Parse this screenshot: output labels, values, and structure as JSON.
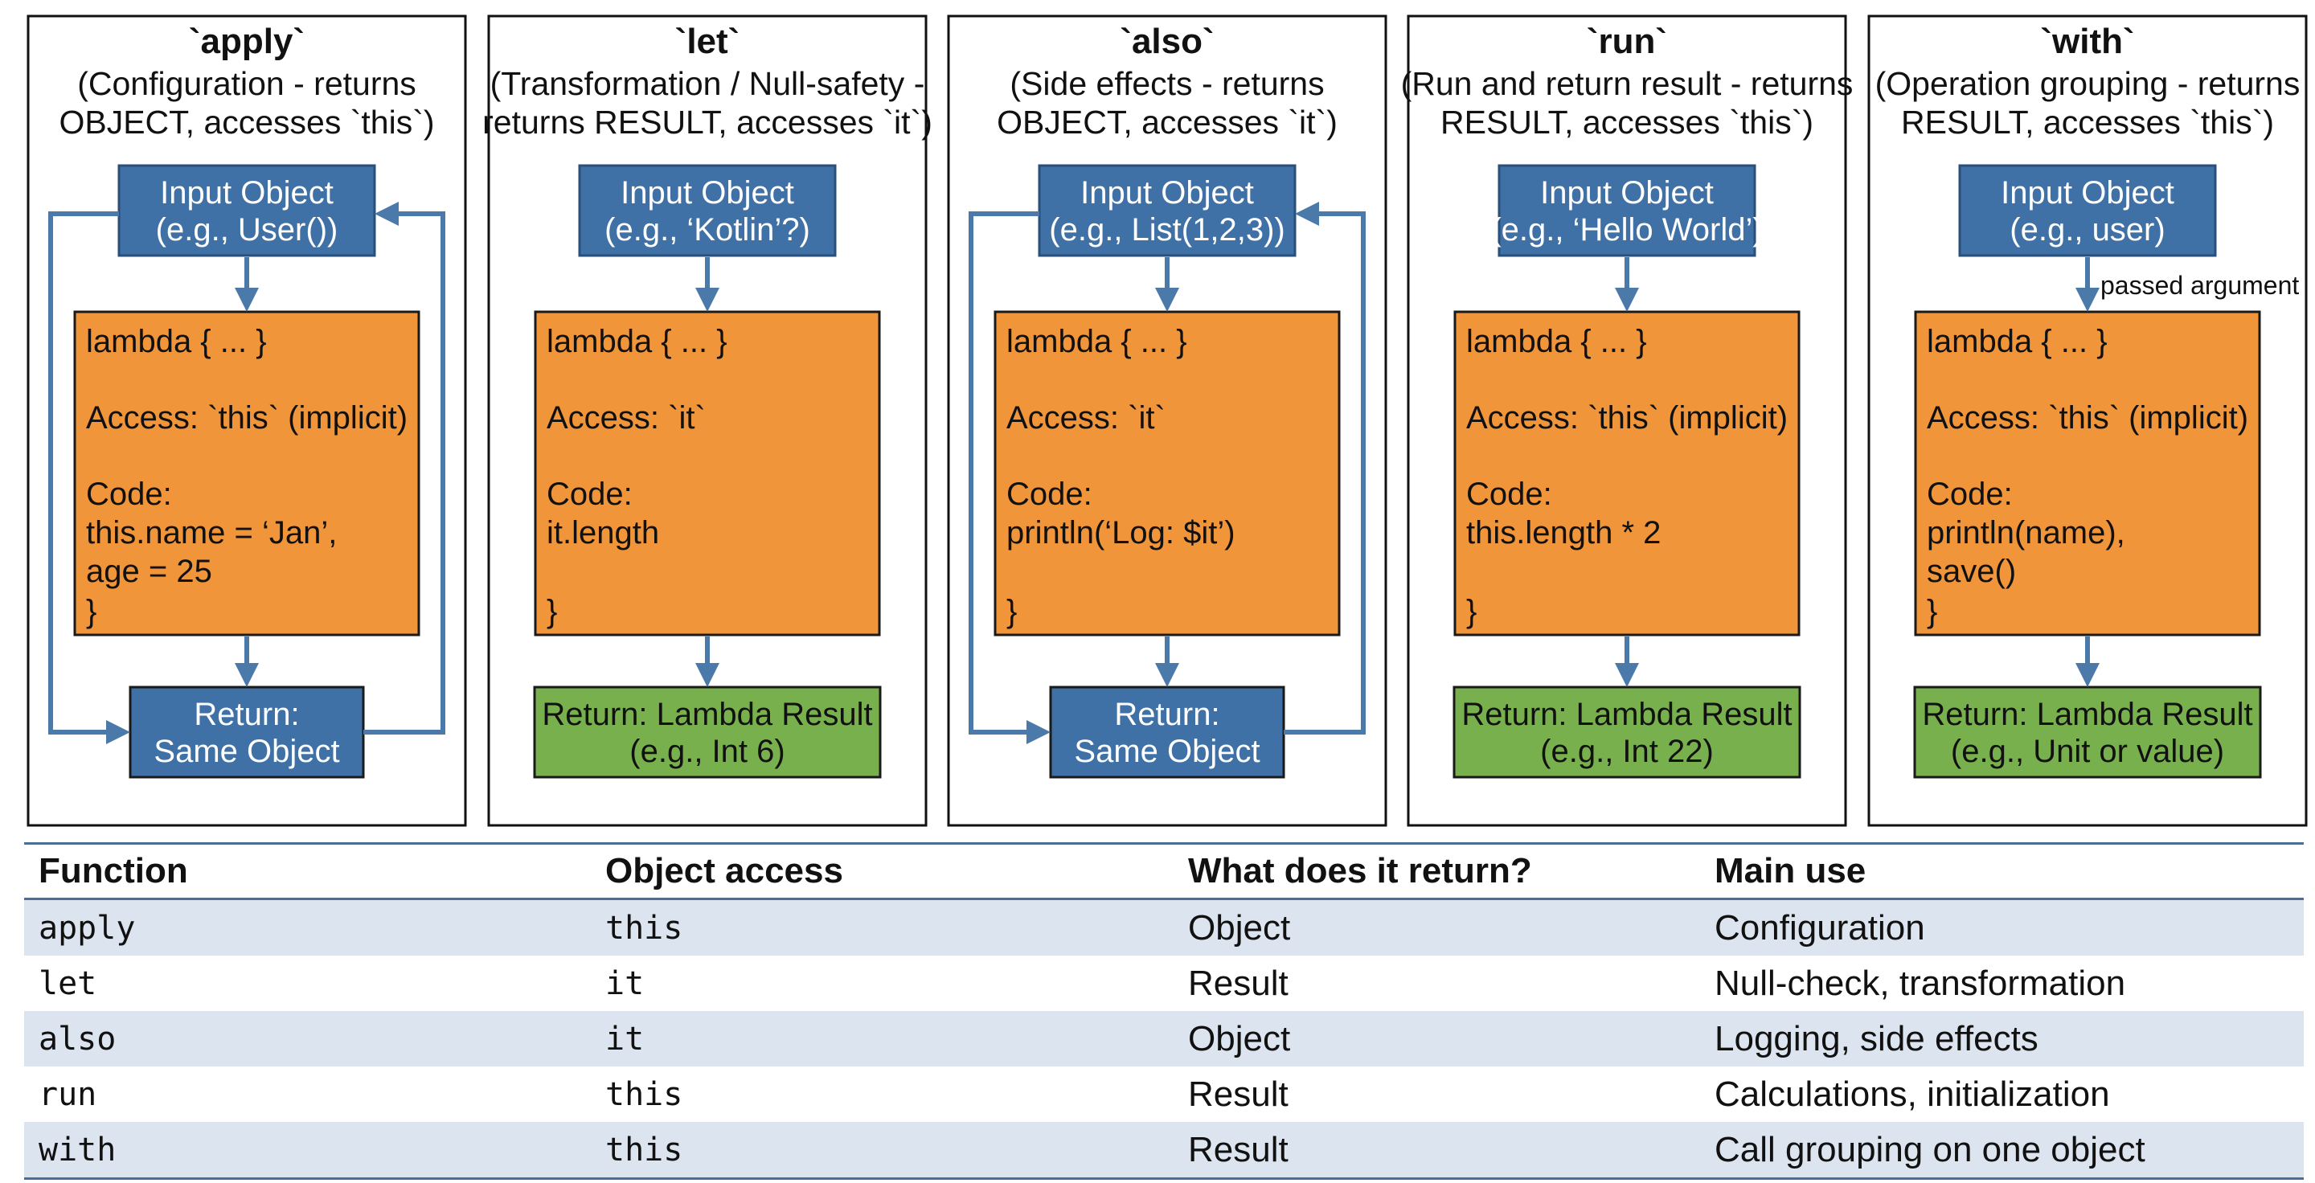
{
  "colors": {
    "border": "#111111",
    "input_fill": "#3f71a6",
    "input_stroke": "#2a4f7a",
    "lambda_fill": "#f0953a",
    "lambda_stroke": "#1a1a1a",
    "return_object_fill": "#3f71a6",
    "return_result_fill": "#79b04e",
    "arrow": "#4a79aa",
    "table_stripe": "#dce4ef",
    "table_rule": "#4a6e96"
  },
  "panels": [
    {
      "id": "apply",
      "title": "`apply`",
      "subtitle": [
        "(Configuration - returns",
        "OBJECT, accesses `this`)"
      ],
      "input": [
        "Input Object",
        "(e.g., User())"
      ],
      "lambda": [
        "lambda { ... }",
        "  Access: `this` (implicit)",
        "  Code:",
        "      this.name = ‘Jan’,",
        "      age = 25",
        "}"
      ],
      "result": [
        "Return:",
        "Same Object"
      ],
      "result_kind": "object",
      "loop": true,
      "arrow_label": ""
    },
    {
      "id": "let",
      "title": "`let`",
      "subtitle": [
        "(Transformation / Null-safety -",
        "returns RESULT, accesses `it`)"
      ],
      "input": [
        "Input Object",
        "(e.g., ‘Kotlin’?)"
      ],
      "lambda": [
        "lambda { ... }",
        "  Access: `it`",
        "  Code:",
        "      it.length",
        "",
        "}"
      ],
      "result": [
        "Return: Lambda Result",
        "(e.g., Int 6)"
      ],
      "result_kind": "result",
      "loop": false,
      "arrow_label": ""
    },
    {
      "id": "also",
      "title": "`also`",
      "subtitle": [
        "(Side effects - returns",
        "OBJECT, accesses `it`)"
      ],
      "input": [
        "Input Object",
        "(e.g., List(1,2,3))"
      ],
      "lambda": [
        "lambda { ... }",
        "  Access: `it`",
        "  Code:",
        "      println(‘Log: $it’)",
        "",
        "}"
      ],
      "result": [
        "Return:",
        "Same Object"
      ],
      "result_kind": "object",
      "loop": true,
      "arrow_label": ""
    },
    {
      "id": "run",
      "title": "`run`",
      "subtitle": [
        "(Run and return result - returns",
        "RESULT, accesses `this`)"
      ],
      "input": [
        "Input Object",
        "(e.g., ‘Hello World’)"
      ],
      "lambda": [
        "lambda { ... }",
        "  Access: `this` (implicit)",
        "  Code:",
        "      this.length * 2",
        "",
        "}"
      ],
      "result": [
        "Return: Lambda Result",
        "(e.g., Int 22)"
      ],
      "result_kind": "result",
      "loop": false,
      "arrow_label": ""
    },
    {
      "id": "with",
      "title": "`with`",
      "subtitle": [
        "(Operation grouping - returns",
        "RESULT, accesses `this`)"
      ],
      "input": [
        "Input Object",
        "(e.g., user)"
      ],
      "lambda": [
        "lambda { ... }",
        "  Access: `this` (implicit)",
        "  Code:",
        "      println(name),",
        "      save()",
        "}"
      ],
      "result": [
        "Return: Lambda Result",
        "(e.g., Unit or value)"
      ],
      "result_kind": "result",
      "loop": false,
      "arrow_label": "passed argument"
    }
  ],
  "table": {
    "headers": [
      "Function",
      "Object access",
      "What does it return?",
      "Main use"
    ],
    "rows": [
      [
        "apply",
        "this",
        "Object",
        "Configuration"
      ],
      [
        "let",
        "it",
        "Result",
        "Null-check, transformation"
      ],
      [
        "also",
        "it",
        "Object",
        "Logging, side effects"
      ],
      [
        "run",
        "this",
        "Result",
        "Calculations, initialization"
      ],
      [
        "with",
        "this",
        "Result",
        "Call grouping on one object"
      ]
    ]
  }
}
